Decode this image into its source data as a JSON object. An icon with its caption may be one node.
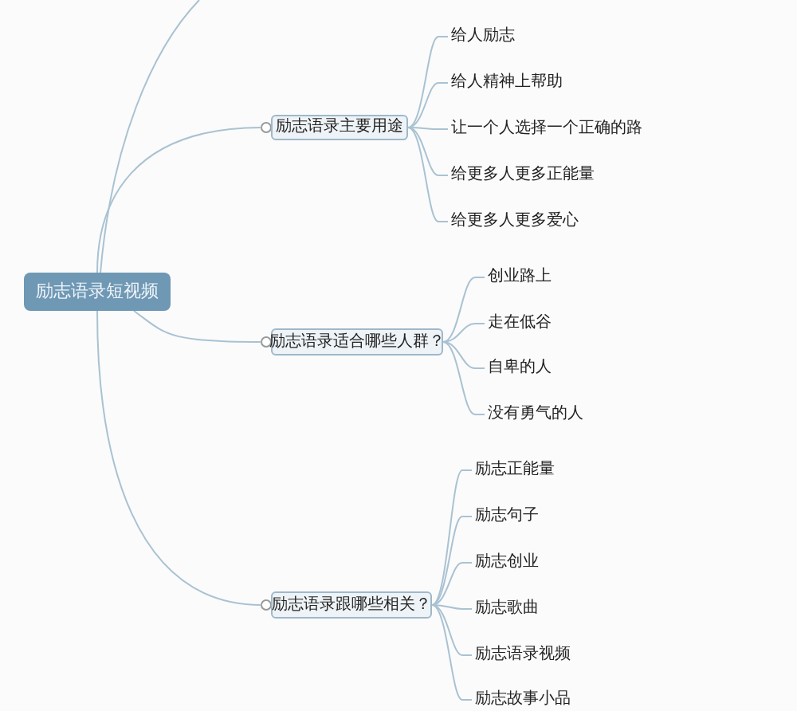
{
  "diagram": {
    "nodes": [
      {
        "text": [
          "励志语录短视频"
        ]
      },
      {
        "text": [
          "励志语录主要用途"
        ]
      },
      {
        "text": [
          "给人励志"
        ]
      },
      {
        "text": [
          "给人精神上帮助"
        ]
      },
      {
        "text": [
          "让一个人选择一个正确的路"
        ]
      },
      {
        "text": [
          "给更多人更多正能量"
        ]
      },
      {
        "text": [
          "给更多人更多爱心"
        ]
      },
      {
        "text": [
          "励志语录适合哪些人群？"
        ]
      },
      {
        "text": [
          "创业路上"
        ]
      },
      {
        "text": [
          "走在低谷"
        ]
      },
      {
        "text": [
          "自卑的人"
        ]
      },
      {
        "text": [
          "没有勇气的人"
        ]
      },
      {
        "text": [
          "励志语录跟哪些相关？"
        ]
      },
      {
        "text": [
          "励志正能量"
        ]
      },
      {
        "text": [
          "励志句子"
        ]
      },
      {
        "text": [
          "励志创业"
        ]
      },
      {
        "text": [
          "励志歌曲"
        ]
      },
      {
        "text": [
          "励志语录视频"
        ]
      },
      {
        "text": [
          "励志故事小品"
        ]
      }
    ],
    "edges": [
      {
        "from": 0,
        "to": null,
        "arrow": "none"
      },
      {
        "from": 0,
        "to": 1,
        "arrow": "none"
      },
      {
        "from": 1,
        "to": 2,
        "arrow": "none"
      },
      {
        "from": 1,
        "to": 3,
        "arrow": "none"
      },
      {
        "from": 1,
        "to": 4,
        "arrow": "none"
      },
      {
        "from": 1,
        "to": 5,
        "arrow": "none"
      },
      {
        "from": 1,
        "to": 6,
        "arrow": "none"
      },
      {
        "from": 0,
        "to": 7,
        "arrow": "none"
      },
      {
        "from": 7,
        "to": 8,
        "arrow": "none"
      },
      {
        "from": 7,
        "to": 9,
        "arrow": "none"
      },
      {
        "from": 7,
        "to": 10,
        "arrow": "none"
      },
      {
        "from": 7,
        "to": 11,
        "arrow": "none"
      },
      {
        "from": 0,
        "to": 12,
        "arrow": "none"
      },
      {
        "from": 12,
        "to": 13,
        "arrow": "none"
      },
      {
        "from": 12,
        "to": 14,
        "arrow": "none"
      },
      {
        "from": 12,
        "to": 15,
        "arrow": "none"
      },
      {
        "from": 12,
        "to": 16,
        "arrow": "none"
      },
      {
        "from": 12,
        "to": 17,
        "arrow": "none"
      },
      {
        "from": 12,
        "to": 18,
        "arrow": "none"
      }
    ]
  }
}
